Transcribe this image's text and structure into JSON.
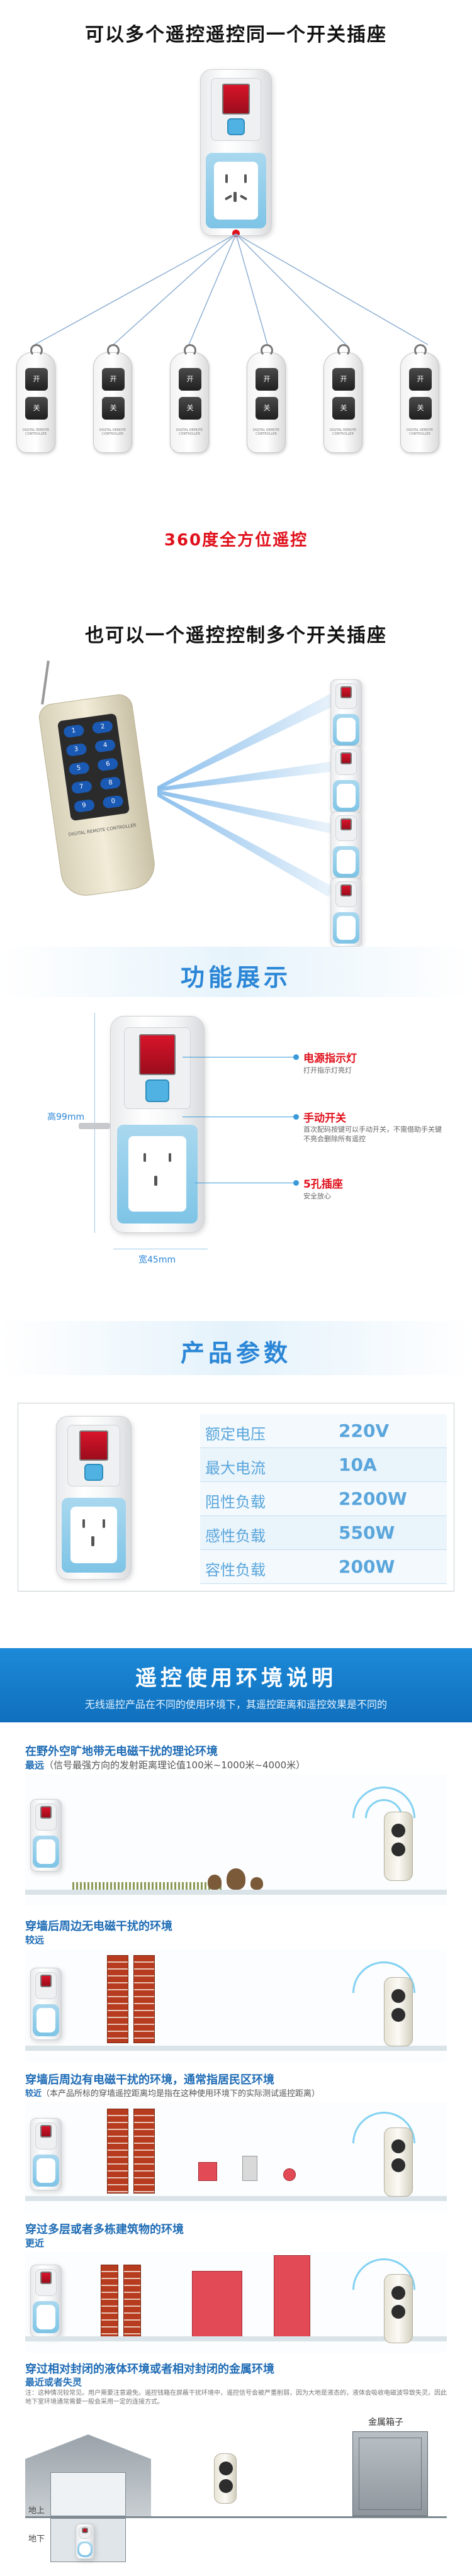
{
  "section1": {
    "title": "可以多个遥控遥控同一个开关插座",
    "caption": "360度全方位遥控",
    "remote_buttons": [
      "开",
      "关"
    ],
    "remote_brand": "DIGITAL REMOTE CONTROLLER"
  },
  "section2": {
    "title": "也可以一个遥控控制多个开关插座",
    "remote_keys": [
      "1",
      "2",
      "3",
      "4",
      "5",
      "6",
      "7",
      "8",
      "9",
      "0"
    ],
    "remote_brand": "DIGITAL REMOTE CONTROLLER"
  },
  "section3": {
    "banner": "功能展示",
    "height_label": "高99mm",
    "width_label": "宽45mm",
    "features": [
      {
        "title": "电源指示灯",
        "desc": "打开指示灯亮灯"
      },
      {
        "title": "手动开关",
        "desc": "首次配码按键可以手动开关，不需借助手关键不亮会删除所有遥控"
      },
      {
        "title": "5孔插座",
        "desc": "安全放心"
      }
    ]
  },
  "section4": {
    "banner": "产品参数",
    "specs": [
      {
        "key": "额定电压",
        "value": "220V"
      },
      {
        "key": "最大电流",
        "value": "10A"
      },
      {
        "key": "阻性负载",
        "value": "2200W"
      },
      {
        "key": "感性负载",
        "value": "550W"
      },
      {
        "key": "容性负载",
        "value": "200W"
      }
    ]
  },
  "section5": {
    "banner": "遥控使用环境说明",
    "banner_sub": "无线遥控产品在不同的使用环境下，其遥控距离和遥控效果是不同的",
    "scenes": [
      {
        "title": "在野外空旷地带无电磁干扰的理论环境",
        "level": "最远",
        "note": "（信号最强方向的发射距离理论值100米~1000米~4000米）"
      },
      {
        "title": "穿墙后周边无电磁干扰的环境",
        "level": "较远",
        "note": ""
      },
      {
        "title": "穿墙后周边有电磁干扰的环境，通常指居民区环境",
        "level": "较近",
        "note": "（本产品所标的穿墙遥控距离均是指在这种使用环境下的实际测试遥控距离）"
      },
      {
        "title": "穿过多层或者多栋建筑物的环境",
        "level": "更近",
        "note": ""
      },
      {
        "title": "穿过相对封闭的液体环境或者相对封闭的金属环境",
        "level": "最近或者失灵",
        "note": "注：这种情况较常见。用户需要注意避免。遥控钱箱在屏蔽干扰环境中，遥控信号会被严重削弱，因为大地是液态的，液体会吸收电磁波导致失灵。因此地下室环境通常需要一般会采用一定的连接方式。"
      }
    ],
    "metal_box": "金属箱子",
    "floor_above": "地上",
    "floor_below": "地下"
  }
}
